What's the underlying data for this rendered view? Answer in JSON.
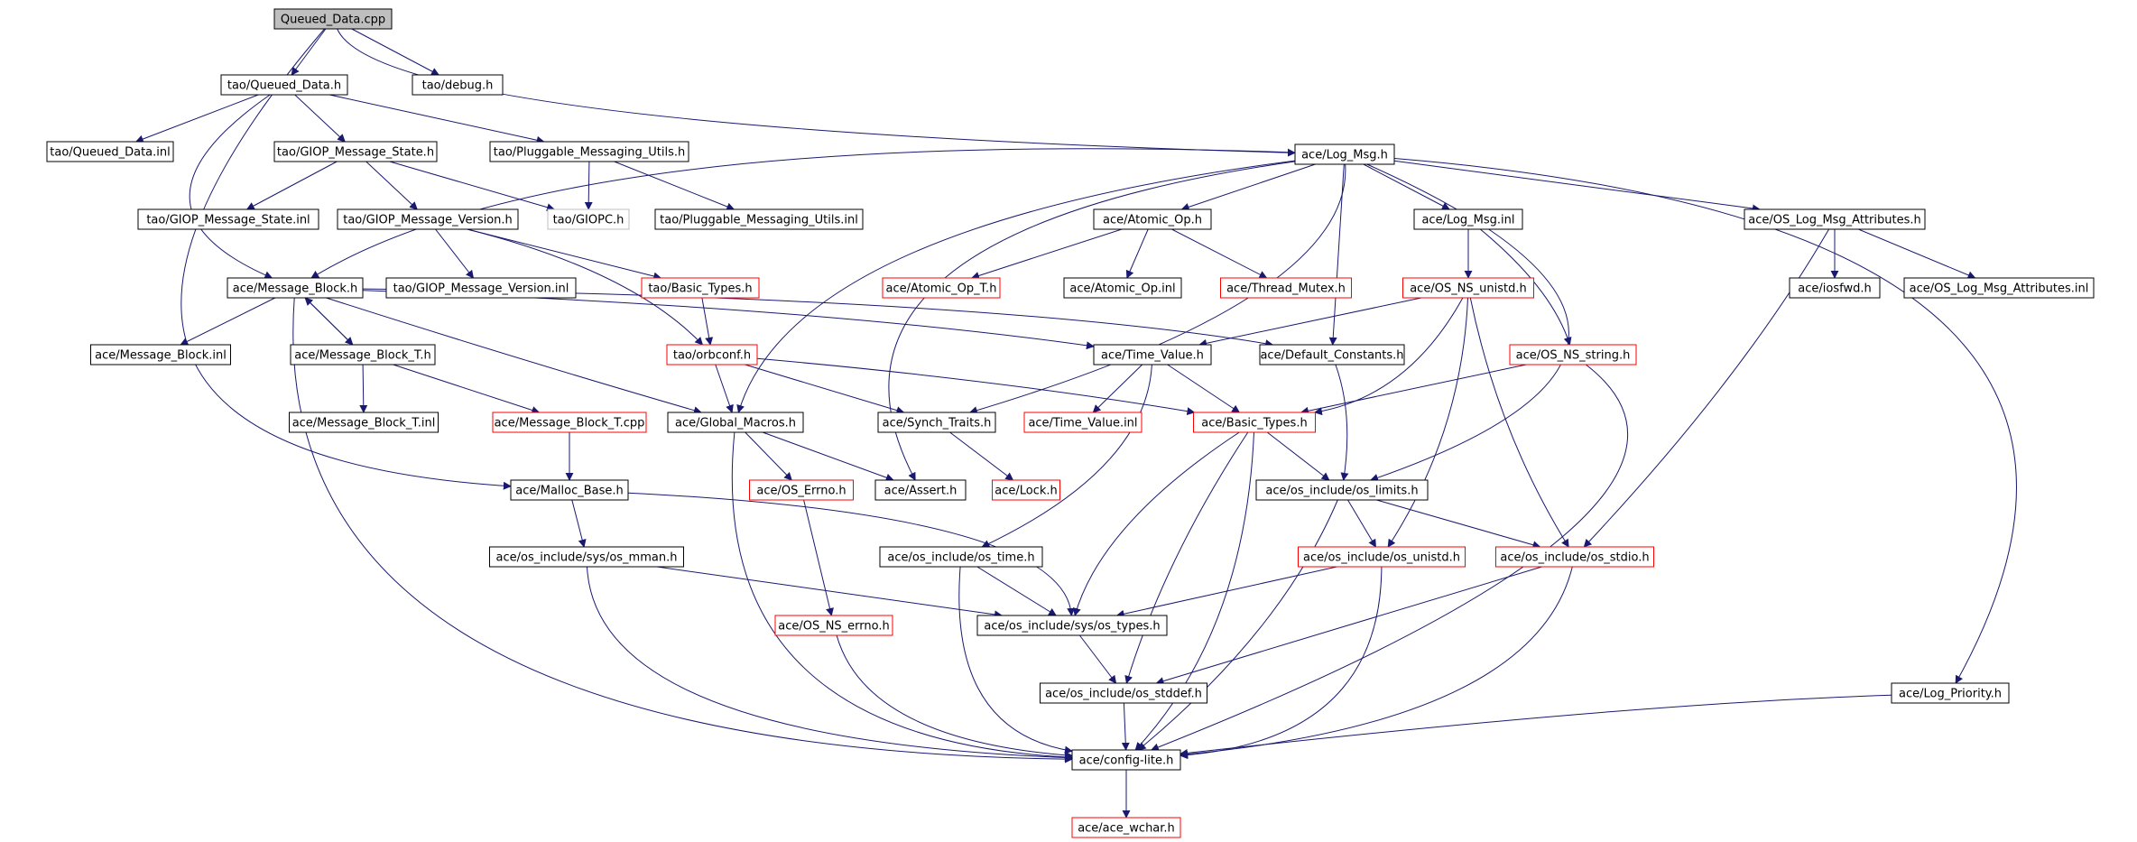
{
  "graph": {
    "colors": {
      "edge": "#191970",
      "root_fill": "#bfbfbf",
      "normal_border": "#000000",
      "truncated_border": "#ff0000",
      "missing_border": "#bfbfbf"
    },
    "nodes": [
      {
        "id": "root",
        "label": "Queued_Data.cpp",
        "kind": "root"
      },
      {
        "id": "tao_queued_data_h",
        "label": "tao/Queued_Data.h",
        "kind": "normal"
      },
      {
        "id": "tao_debug_h",
        "label": "tao/debug.h",
        "kind": "normal"
      },
      {
        "id": "tao_queued_data_inl",
        "label": "tao/Queued_Data.inl",
        "kind": "normal"
      },
      {
        "id": "tao_giop_message_state_h",
        "label": "tao/GIOP_Message_State.h",
        "kind": "normal"
      },
      {
        "id": "tao_pluggable_messaging_utils_h",
        "label": "tao/Pluggable_Messaging_Utils.h",
        "kind": "normal"
      },
      {
        "id": "ace_log_msg_h",
        "label": "ace/Log_Msg.h",
        "kind": "normal"
      },
      {
        "id": "tao_giop_message_state_inl",
        "label": "tao/GIOP_Message_State.inl",
        "kind": "normal"
      },
      {
        "id": "tao_giop_message_version_h",
        "label": "tao/GIOP_Message_Version.h",
        "kind": "normal"
      },
      {
        "id": "tao_giopc_h",
        "label": "tao/GIOPC.h",
        "kind": "missing"
      },
      {
        "id": "tao_pluggable_messaging_utils_inl",
        "label": "tao/Pluggable_Messaging_Utils.inl",
        "kind": "normal"
      },
      {
        "id": "ace_atomic_op_h",
        "label": "ace/Atomic_Op.h",
        "kind": "normal"
      },
      {
        "id": "ace_log_msg_inl",
        "label": "ace/Log_Msg.inl",
        "kind": "normal"
      },
      {
        "id": "ace_os_log_msg_attributes_h",
        "label": "ace/OS_Log_Msg_Attributes.h",
        "kind": "normal"
      },
      {
        "id": "ace_message_block_h",
        "label": "ace/Message_Block.h",
        "kind": "normal"
      },
      {
        "id": "tao_giop_message_version_inl",
        "label": "tao/GIOP_Message_Version.inl",
        "kind": "normal"
      },
      {
        "id": "tao_basic_types_h",
        "label": "tao/Basic_Types.h",
        "kind": "truncated"
      },
      {
        "id": "ace_atomic_op_t_h",
        "label": "ace/Atomic_Op_T.h",
        "kind": "truncated"
      },
      {
        "id": "ace_atomic_op_inl",
        "label": "ace/Atomic_Op.inl",
        "kind": "normal"
      },
      {
        "id": "ace_thread_mutex_h",
        "label": "ace/Thread_Mutex.h",
        "kind": "truncated"
      },
      {
        "id": "ace_os_ns_unistd_h",
        "label": "ace/OS_NS_unistd.h",
        "kind": "truncated"
      },
      {
        "id": "ace_iosfwd_h",
        "label": "ace/iosfwd.h",
        "kind": "normal"
      },
      {
        "id": "ace_os_log_msg_attributes_inl",
        "label": "ace/OS_Log_Msg_Attributes.inl",
        "kind": "normal"
      },
      {
        "id": "ace_message_block_inl",
        "label": "ace/Message_Block.inl",
        "kind": "normal"
      },
      {
        "id": "ace_message_block_t_h",
        "label": "ace/Message_Block_T.h",
        "kind": "normal"
      },
      {
        "id": "tao_orbconf_h",
        "label": "tao/orbconf.h",
        "kind": "truncated"
      },
      {
        "id": "ace_time_value_h",
        "label": "ace/Time_Value.h",
        "kind": "normal"
      },
      {
        "id": "ace_default_constants_h",
        "label": "ace/Default_Constants.h",
        "kind": "normal"
      },
      {
        "id": "ace_os_ns_string_h",
        "label": "ace/OS_NS_string.h",
        "kind": "truncated"
      },
      {
        "id": "ace_message_block_t_inl",
        "label": "ace/Message_Block_T.inl",
        "kind": "normal"
      },
      {
        "id": "ace_message_block_t_cpp",
        "label": "ace/Message_Block_T.cpp",
        "kind": "truncated"
      },
      {
        "id": "ace_global_macros_h",
        "label": "ace/Global_Macros.h",
        "kind": "normal"
      },
      {
        "id": "ace_synch_traits_h",
        "label": "ace/Synch_Traits.h",
        "kind": "normal"
      },
      {
        "id": "ace_time_value_inl",
        "label": "ace/Time_Value.inl",
        "kind": "truncated"
      },
      {
        "id": "ace_basic_types_h",
        "label": "ace/Basic_Types.h",
        "kind": "truncated"
      },
      {
        "id": "ace_malloc_base_h",
        "label": "ace/Malloc_Base.h",
        "kind": "normal"
      },
      {
        "id": "ace_os_errno_h",
        "label": "ace/OS_Errno.h",
        "kind": "truncated"
      },
      {
        "id": "ace_assert_h",
        "label": "ace/Assert.h",
        "kind": "normal"
      },
      {
        "id": "ace_lock_h",
        "label": "ace/Lock.h",
        "kind": "truncated"
      },
      {
        "id": "ace_os_include_os_limits_h",
        "label": "ace/os_include/os_limits.h",
        "kind": "normal"
      },
      {
        "id": "ace_os_include_sys_os_mman_h",
        "label": "ace/os_include/sys/os_mman.h",
        "kind": "normal"
      },
      {
        "id": "ace_os_include_os_time_h",
        "label": "ace/os_include/os_time.h",
        "kind": "normal"
      },
      {
        "id": "ace_os_include_os_unistd_h",
        "label": "ace/os_include/os_unistd.h",
        "kind": "truncated"
      },
      {
        "id": "ace_os_include_os_stdio_h",
        "label": "ace/os_include/os_stdio.h",
        "kind": "truncated"
      },
      {
        "id": "ace_os_ns_errno_h",
        "label": "ace/OS_NS_errno.h",
        "kind": "truncated"
      },
      {
        "id": "ace_os_include_sys_os_types_h",
        "label": "ace/os_include/sys/os_types.h",
        "kind": "normal"
      },
      {
        "id": "ace_os_include_os_stddef_h",
        "label": "ace/os_include/os_stddef.h",
        "kind": "normal"
      },
      {
        "id": "ace_log_priority_h",
        "label": "ace/Log_Priority.h",
        "kind": "normal"
      },
      {
        "id": "ace_config_lite_h",
        "label": "ace/config-lite.h",
        "kind": "normal"
      },
      {
        "id": "ace_ace_wchar_h",
        "label": "ace/ace_wchar.h",
        "kind": "truncated"
      }
    ]
  }
}
